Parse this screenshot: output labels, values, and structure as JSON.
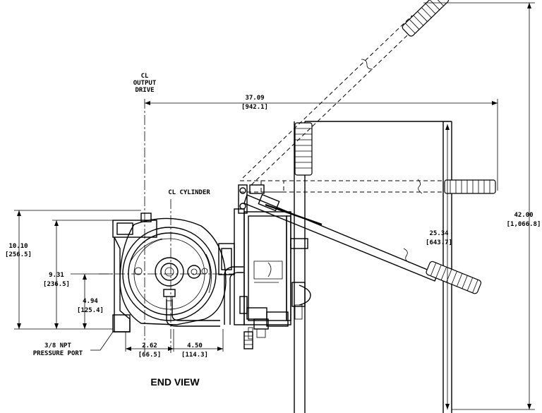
{
  "labels": {
    "cl_output_drive": [
      "CL",
      "OUTPUT",
      "DRIVE"
    ],
    "cl_cylinder": "CL CYLINDER",
    "pressure_port": [
      "3/8 NPT",
      "PRESSURE PORT"
    ],
    "view_title": "END VIEW"
  },
  "dimensions": {
    "overall_width": {
      "in": "37.09",
      "mm": "[942.1]"
    },
    "overall_height": {
      "in": "42.00",
      "mm": "[1,066.8]"
    },
    "handle_height": {
      "in": "25.34",
      "mm": "[643.7]"
    },
    "body_height": {
      "in": "10.10",
      "mm": "[256.5]"
    },
    "drive_height": {
      "in": "9.31",
      "mm": "[236.5]"
    },
    "port_height": {
      "in": "4.94",
      "mm": "[125.4]"
    },
    "port_offset": {
      "in": "2.62",
      "mm": "[66.5]"
    },
    "cylinder_offset": {
      "in": "4.50",
      "mm": "[114.3]"
    }
  }
}
